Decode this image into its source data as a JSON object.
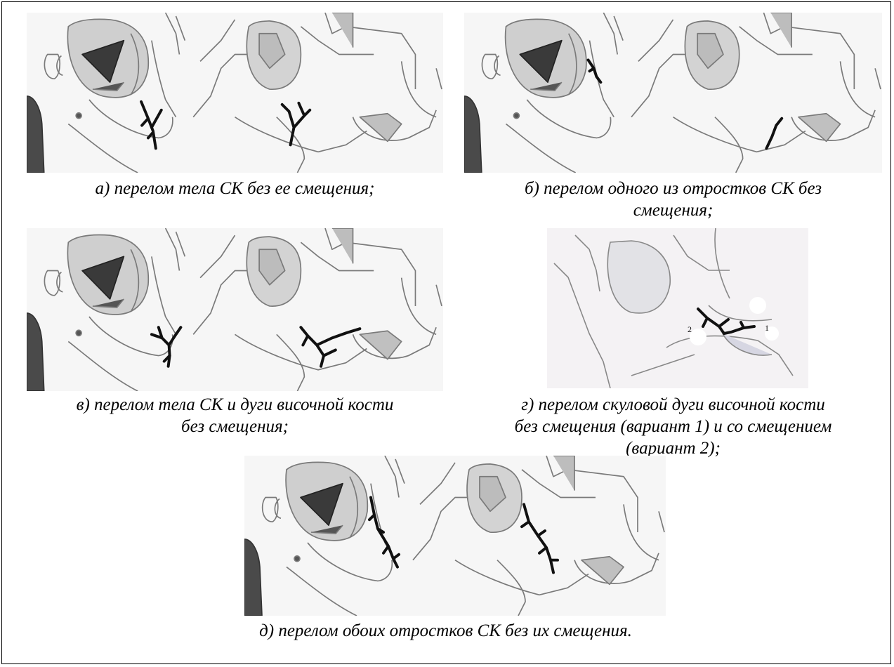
{
  "figure": {
    "panels": [
      {
        "id": "a",
        "caption_lines": [
          "а) перелом тела СК без ее смещения;"
        ],
        "image_alt": "Схема: перелом тела скуловой кости без смещения"
      },
      {
        "id": "b",
        "caption_lines": [
          "б) перелом одного из отростков СК без",
          "смещения;"
        ],
        "image_alt": "Схема: перелом одного из отростков скуловой кости без смещения"
      },
      {
        "id": "v",
        "caption_lines": [
          "в) перелом тела СК и дуги височной кости",
          "без смещения;"
        ],
        "image_alt": "Схема: перелом тела скуловой кости и дуги височной кости без смещения"
      },
      {
        "id": "g",
        "caption_lines": [
          "г) перелом скуловой дуги височной кости",
          "без смещения (вариант 1) и со смещением",
          "(вариант 2);"
        ],
        "image_alt": "Схема: перелом скуловой дуги височной кости, варианты 1 и 2",
        "variant_marks": [
          "2",
          "1"
        ]
      },
      {
        "id": "d",
        "caption_lines": [
          "д) перелом обоих отростков СК без их смещения."
        ],
        "image_alt": "Схема: перелом обоих отростков скуловой кости без их смещения"
      }
    ]
  }
}
